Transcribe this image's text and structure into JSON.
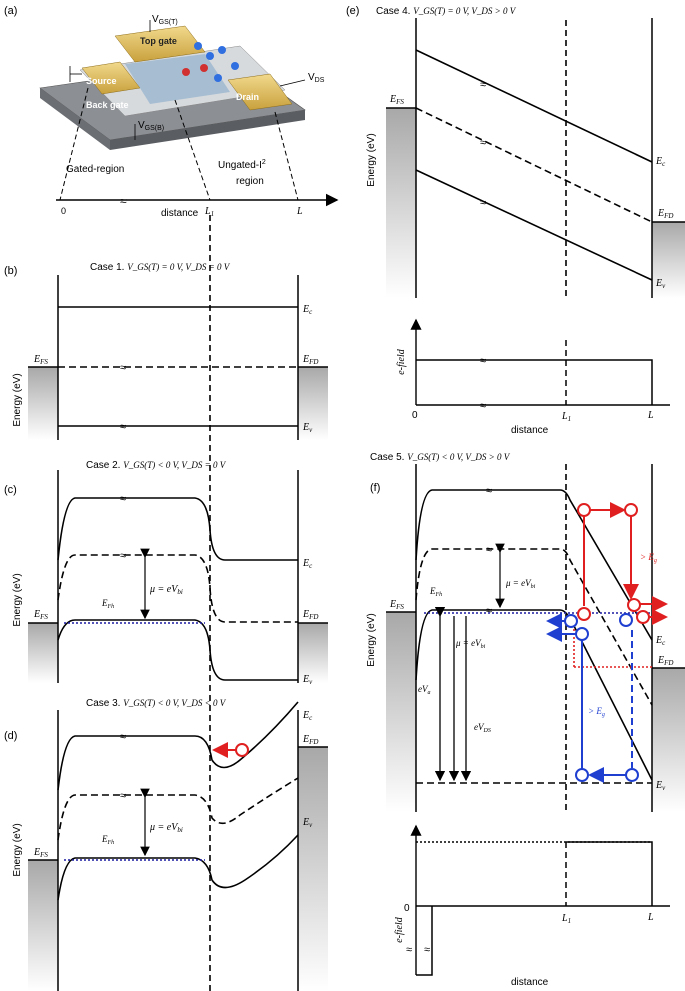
{
  "panels": {
    "a": "(a)",
    "b": "(b)",
    "c": "(c)",
    "d": "(d)",
    "e": "(e)",
    "f": "(f)"
  },
  "device": {
    "vgs_top": "V",
    "vgs_top_sub": "GS(T)",
    "top_gate": "Top gate",
    "source": "Source",
    "drain": "Drain",
    "back_gate": "Back gate",
    "vgs_bottom": "V",
    "vgs_bottom_sub": "GS(B)",
    "vds": "V",
    "vds_sub": "DS",
    "gated_region": "Gated-region",
    "ungated_region_line1": "Ungated-I",
    "ungated_region_sup": "2",
    "ungated_region_line2": "region",
    "distance": "distance",
    "tick_0": "0",
    "tick_l1": "L",
    "tick_l1_sub": "1",
    "tick_l": "L"
  },
  "cases": {
    "case1": "Case 1.",
    "case1_cond": "V",
    "case2": "Case 2.",
    "case3": "Case 3.",
    "case4": "Case 4.",
    "case5": "Case 5."
  },
  "conditions": {
    "c1": "V_GS(T) = 0 V, V_DS = 0 V",
    "c2": "V_GS(T) < 0 V, V_DS = 0 V",
    "c3": "V_GS(T) < 0 V, V_DS < 0 V",
    "c4": "V_GS(T) = 0 V, V_DS > 0 V",
    "c5": "V_GS(T) < 0 V, V_DS > 0 V"
  },
  "axes": {
    "energy": "Energy (eV)",
    "efield": "e-field",
    "distance": "distance",
    "zero": "0"
  },
  "labels": {
    "efs": "E",
    "efs_sub": "FS",
    "efd": "E",
    "efd_sub": "FD",
    "ec": "E",
    "ec_sub": "c",
    "ev": "E",
    "ev_sub": "v",
    "efh": "E",
    "efh_sub": "Fh",
    "mu": "μ = eV",
    "mu_sub": "bi",
    "eva": "eV",
    "eva_sub": "a",
    "evds": "eV",
    "evds_sub": "DS",
    "gt_eg": "> E",
    "gt_eg_sub": "g"
  },
  "colors": {
    "hole": "#e02020",
    "electron": "#1f3fd0",
    "fermi_dot": "#1a1aa0",
    "contact_gray": "#b8b8b8"
  }
}
